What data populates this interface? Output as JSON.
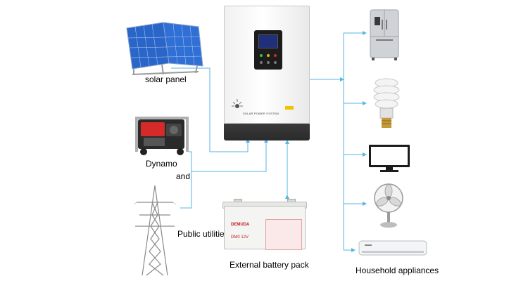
{
  "labels": {
    "solar_panel": "solar panel",
    "dynamo": "Dynamo",
    "and": "and",
    "public_utilities": "Public utilities",
    "battery": "External battery pack",
    "household": "Household appliances"
  },
  "inverter": {
    "brand_text": "SOLAR POWER SYSTEM"
  },
  "battery": {
    "brand": "DEMUDA",
    "model": "DM0 12V"
  },
  "colors": {
    "wire": "#56b6e4",
    "screen": "#1f2f7a",
    "panel_cell": "#2a66c9",
    "inverter_dark": "#2e2e2e",
    "battery_accent": "#c0202a"
  },
  "icons": [
    "solar-panel-icon",
    "generator-icon",
    "power-pylon-icon",
    "inverter-icon",
    "battery-icon",
    "refrigerator-icon",
    "light-bulb-icon",
    "monitor-icon",
    "fan-icon",
    "air-conditioner-icon"
  ]
}
